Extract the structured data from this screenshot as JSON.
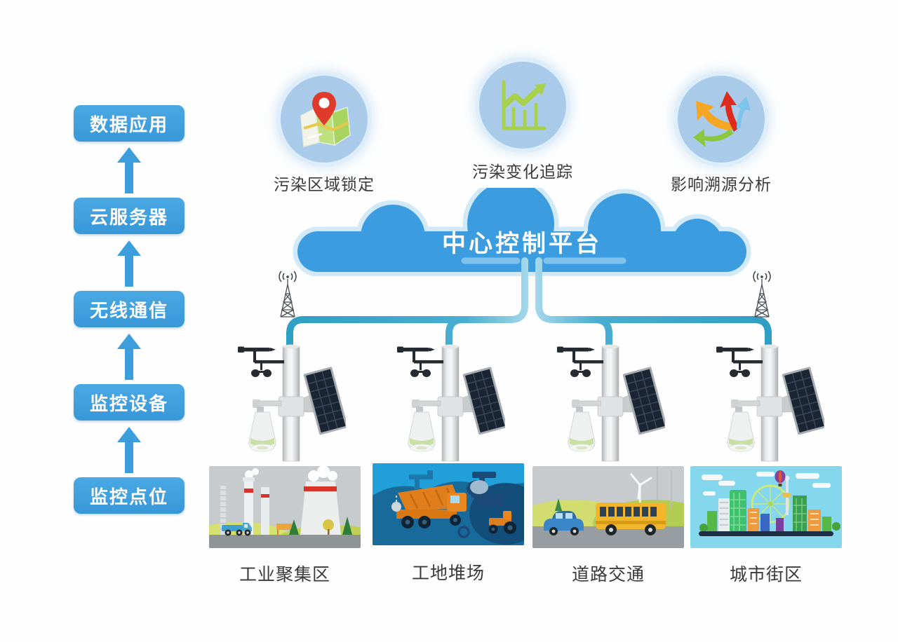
{
  "flow": {
    "items": [
      {
        "label": "数据应用"
      },
      {
        "label": "云服务器"
      },
      {
        "label": "无线通信"
      },
      {
        "label": "监控设备"
      },
      {
        "label": "监控点位"
      }
    ]
  },
  "functions": {
    "items": [
      {
        "label": "污染区域锁定",
        "icon": "map-pin-icon"
      },
      {
        "label": "污染变化追踪",
        "icon": "trend-chart-icon"
      },
      {
        "label": "影响溯源分析",
        "icon": "source-arrows-icon"
      }
    ]
  },
  "cloud": {
    "title": "中心控制平台"
  },
  "sites": {
    "items": [
      {
        "label": "工业聚集区",
        "scene": "industrial-area"
      },
      {
        "label": "工地堆场",
        "scene": "construction-site"
      },
      {
        "label": "道路交通",
        "scene": "road-traffic"
      },
      {
        "label": "城市街区",
        "scene": "city-district"
      }
    ]
  },
  "colors": {
    "accent_blue": "#3d9fdc",
    "circle_fill": "#a9cbe9",
    "cloud_blue": "#3b9ddf",
    "line_teal": "#2f9fc4",
    "label_text": "#3a3a3a"
  }
}
